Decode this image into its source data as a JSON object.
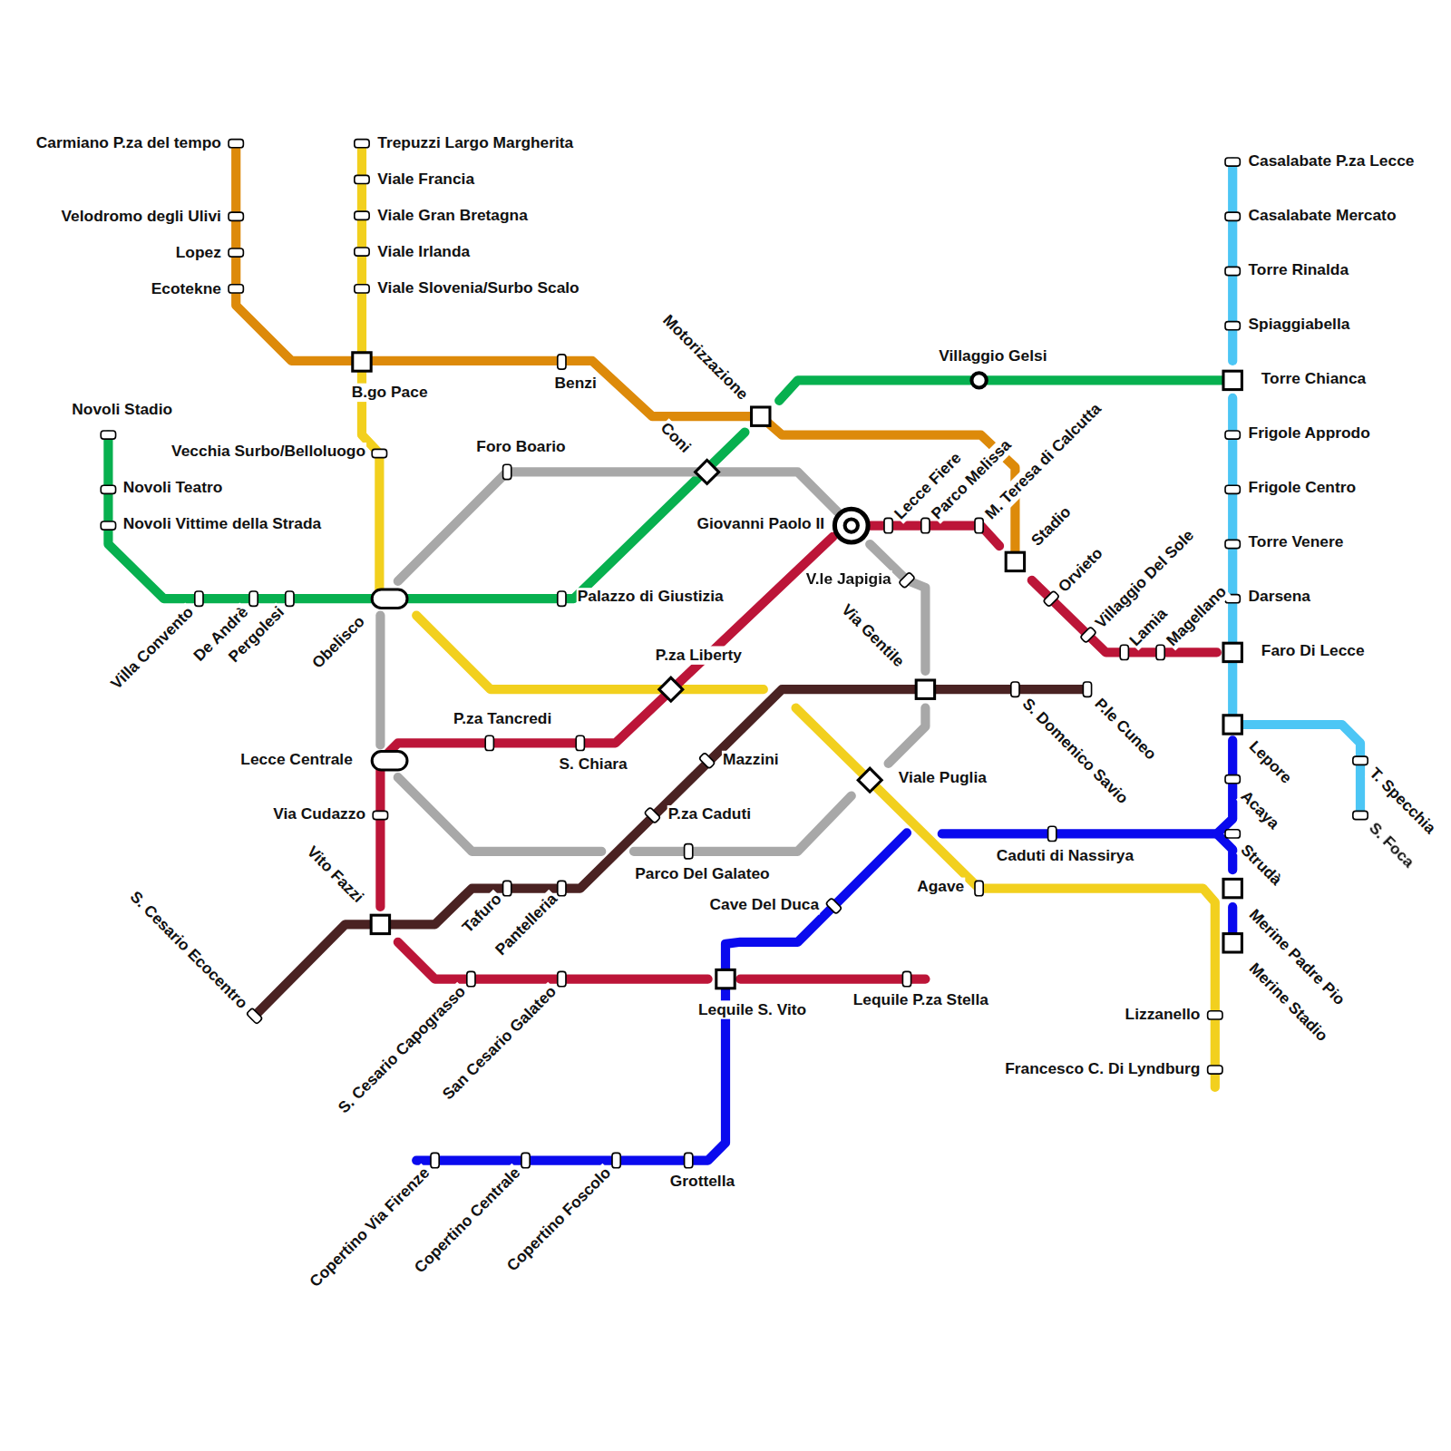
{
  "diagram": {
    "labels": [
      "Carmiano P.za del tempo",
      "Velodromo degli Ulivi",
      "Lopez",
      "Ecotekne",
      "Trepuzzi Largo Margherita",
      "Viale Francia",
      "Viale Gran Bretagna",
      "Viale Irlanda",
      "Viale Slovenia/Surbo Scalo",
      "B.go Pace",
      "Benzi",
      "Motorizzazione",
      "Coni",
      "Villaggio Gelsi",
      "Torre Chianca",
      "Novoli Stadio",
      "Vecchia Surbo/Belloluogo",
      "Novoli Teatro",
      "Novoli Vittime della Strada",
      "Foro Boario",
      "Giovanni Paolo II",
      "Lecce Fiere",
      "Parco Melissa",
      "M. Teresa di Calcutta",
      "Stadio",
      "Orvieto",
      "Villaggio Del Sole",
      "Lamia",
      "Magellano",
      "Casalabate P.za Lecce",
      "Casalabate Mercato",
      "Torre Rinalda",
      "Spiaggiabella",
      "Frigole Approdo",
      "Frigole Centro",
      "Torre Venere",
      "Darsena",
      "Faro Di Lecce",
      "Villa Convento",
      "De Andrè",
      "Pergolesi",
      "Obelisco",
      "Palazzo di Giustizia",
      "V.le Japigia",
      "Via Gentile",
      "P.za Liberty",
      "P.za Tancredi",
      "S. Chiara",
      "Mazzini",
      "Lecce Centrale",
      "Viale Puglia",
      "S. Domenico Savio",
      "P.le Cuneo",
      "Lepore",
      "Acaya",
      "T. Specchia",
      "S. Foca",
      "Via Cudazzo",
      "P.za Caduti",
      "Strudà",
      "Caduti di Nassirya",
      "Parco Del Galateo",
      "Vito Fazzi",
      "S. Cesario Ecocentro",
      "Tafuro",
      "Pantelleria",
      "Cave Del Duca",
      "Agave",
      "Merine Padre Pio",
      "Merine Stadio",
      "Lequile S. Vito",
      "Lequile P.za Stella",
      "Lizzanello",
      "Francesco C. Di Lyndburg",
      "S. Cesario Capograsso",
      "San Cesario Galateo",
      "Copertino Via Firenze",
      "Copertino Centrale",
      "Copertino Foscolo",
      "Grottella"
    ]
  }
}
